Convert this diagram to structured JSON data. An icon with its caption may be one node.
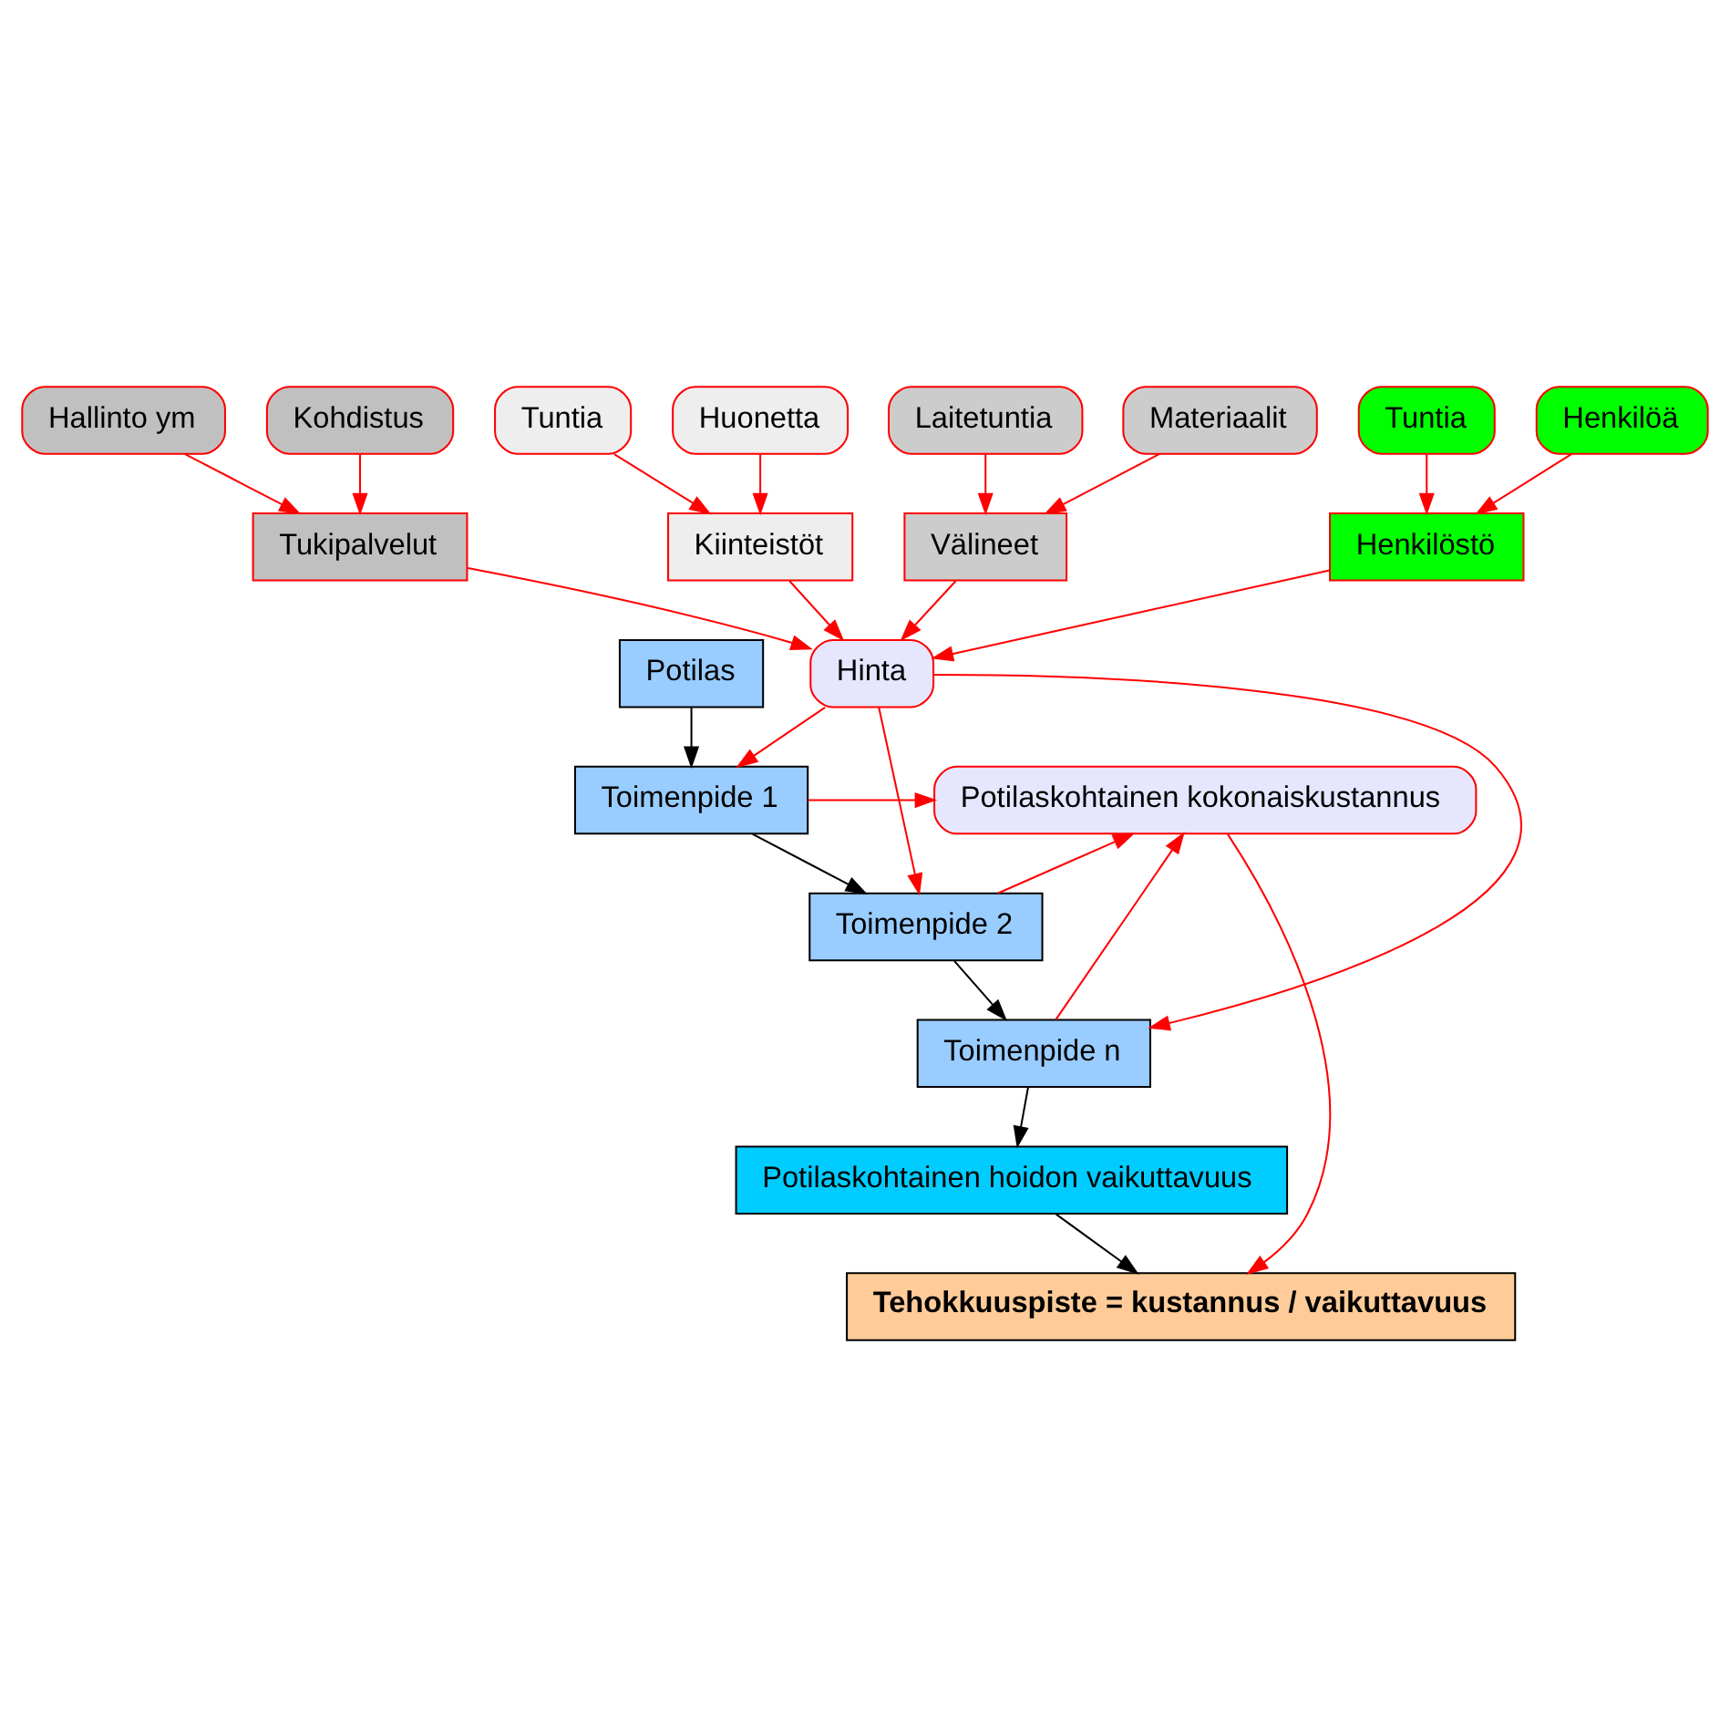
{
  "diagram": {
    "nodes": [
      {
        "text": [
          "Potilas"
        ]
      },
      {
        "text": [
          "Toimenpide 1"
        ]
      },
      {
        "text": [
          "Toimenpide 2"
        ]
      },
      {
        "text": [
          "Toimenpide n"
        ]
      },
      {
        "text": [
          "Potilaskohtainen kokonaiskustannus"
        ]
      },
      {
        "text": [
          "Tehokkuuspiste = kustannus / vaikuttavuus"
        ]
      },
      {
        "text": [
          "Potilaskohtainen hoidon vaikuttavuus"
        ]
      },
      {
        "text": [
          "Hinta"
        ]
      },
      {
        "text": [
          "Tukipalvelut"
        ]
      },
      {
        "text": [
          "Kiinteistöt"
        ]
      },
      {
        "text": [
          "Välineet"
        ]
      },
      {
        "text": [
          "Henkilöstö"
        ]
      },
      {
        "text": [
          "Hallinto ym"
        ]
      },
      {
        "text": [
          "Kohdistus"
        ]
      },
      {
        "text": [
          "Tuntia"
        ]
      },
      {
        "text": [
          "Huonetta"
        ]
      },
      {
        "text": [
          "Laitetuntia"
        ]
      },
      {
        "text": [
          "Materiaalit"
        ]
      },
      {
        "text": [
          "Tuntia"
        ]
      },
      {
        "text": [
          "Henkilöä"
        ]
      }
    ],
    "edges": [
      {
        "from": 0,
        "to": 1,
        "arrow": "to",
        "color": "#000000"
      },
      {
        "from": 1,
        "to": 2,
        "arrow": "to",
        "color": "#000000"
      },
      {
        "from": 2,
        "to": 3,
        "arrow": "to",
        "color": "#000000"
      },
      {
        "from": 1,
        "to": 4,
        "arrow": "to"
      },
      {
        "from": 2,
        "to": 4,
        "arrow": "to"
      },
      {
        "from": 3,
        "to": 4,
        "arrow": "to"
      },
      {
        "from": 4,
        "to": 5,
        "arrow": "to"
      },
      {
        "from": 6,
        "to": 5,
        "arrow": "to",
        "color": "#000000"
      },
      {
        "from": 3,
        "to": 6,
        "arrow": "to",
        "color": "#000000"
      },
      {
        "from": 7,
        "to": 1,
        "arrow": "to"
      },
      {
        "from": 7,
        "to": 2,
        "arrow": "to"
      },
      {
        "from": 7,
        "to": 3,
        "arrow": "to"
      },
      {
        "from": 8,
        "to": 7,
        "arrow": "to"
      },
      {
        "from": 9,
        "to": 7,
        "arrow": "to"
      },
      {
        "from": 10,
        "to": 7,
        "arrow": "to"
      },
      {
        "from": 11,
        "to": 7,
        "arrow": "to"
      },
      {
        "from": 12,
        "to": 8,
        "arrow": "to"
      },
      {
        "from": 13,
        "to": 8,
        "arrow": "to"
      },
      {
        "from": 14,
        "to": 9,
        "arrow": "to"
      },
      {
        "from": 15,
        "to": 9,
        "arrow": "to"
      },
      {
        "from": 16,
        "to": 10,
        "arrow": "to"
      },
      {
        "from": 17,
        "to": 10,
        "arrow": "to"
      },
      {
        "from": 18,
        "to": 11,
        "arrow": "to"
      },
      {
        "from": 19,
        "to": 11,
        "arrow": "to"
      }
    ]
  }
}
